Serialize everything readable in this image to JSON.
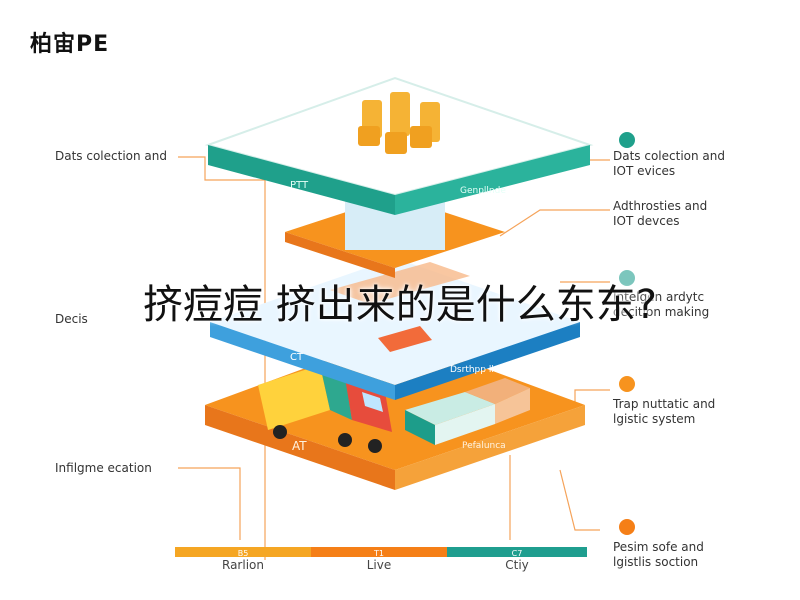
{
  "logo": "柏宙PE",
  "overlay_text": "挤痘痘 挤出来的是什么东东?",
  "layers": [
    {
      "left": "PTT",
      "right": "Genpllnde"
    },
    {
      "left": "CT",
      "right": "Dsrthpp lhesrval"
    },
    {
      "left": "AT",
      "right": "Pefalunca"
    }
  ],
  "left_labels": [
    "Dats colection and",
    "Decis",
    "Infilgme ecation"
  ],
  "right_labels": [
    "Dats colection and\nIOT evices",
    "Adthrosties and\nIOT devces",
    "Intelgen ardytc\ndecition making",
    "Trap nuttatic and\nlgistic system",
    "Pesim sofe and\nlgistlis soction"
  ],
  "bar": [
    {
      "tag": "B5",
      "label": "Rarlion",
      "color": "#f5a623"
    },
    {
      "tag": "T1",
      "label": "Live",
      "color": "#f57f17"
    },
    {
      "tag": "C7",
      "label": "Ctiy",
      "color": "#1f9e8f"
    }
  ]
}
